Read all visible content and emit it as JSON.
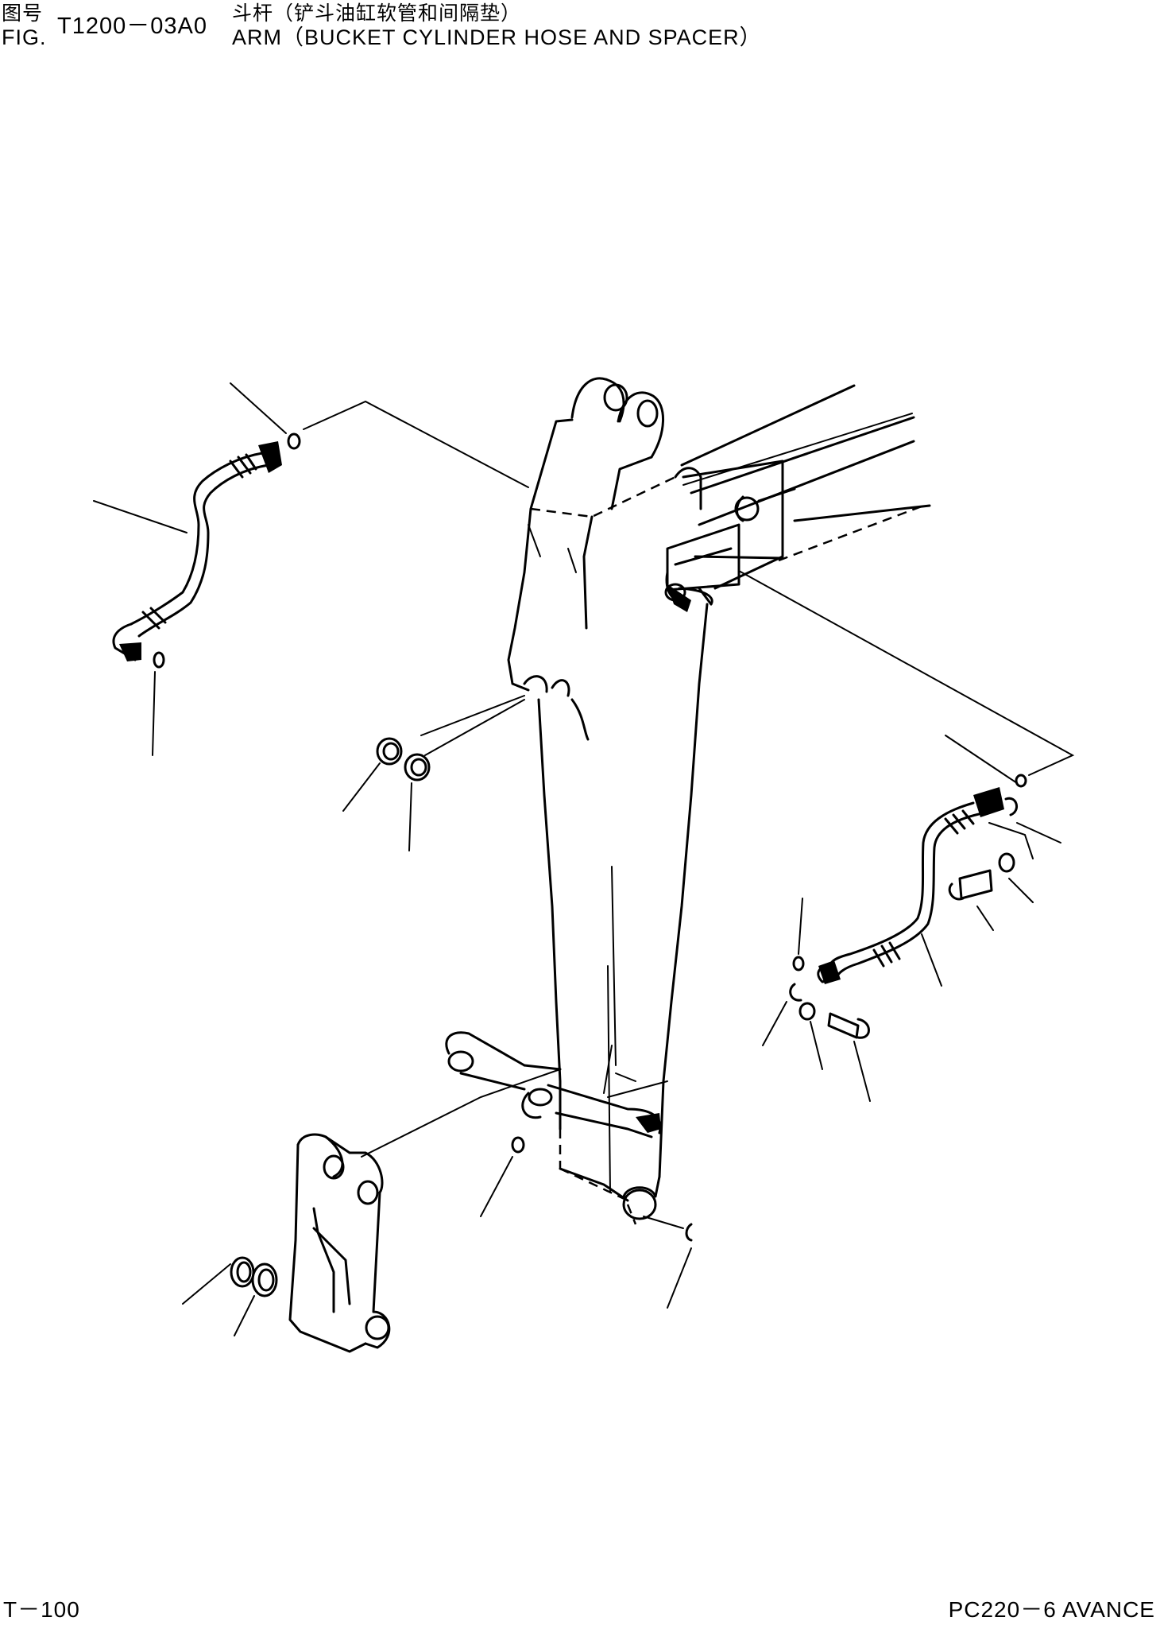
{
  "header": {
    "tucao_label": "图号",
    "fig_label": "FIG.",
    "figure_number": "T1200－03A0",
    "title_cn": "斗杆（铲斗油缸软管和间隔垫）",
    "title_en": "ARM（BUCKET CYLINDER HOSE AND SPACER）"
  },
  "footer": {
    "page_code": "T－100",
    "model": "PC220－6 AVANCE"
  },
  "parts": [
    {
      "name": "arm"
    },
    {
      "name": "hose-left"
    },
    {
      "name": "hose-right"
    },
    {
      "name": "o-ring"
    },
    {
      "name": "shim-ring"
    },
    {
      "name": "link"
    },
    {
      "name": "bolt"
    },
    {
      "name": "washer"
    },
    {
      "name": "clamp"
    },
    {
      "name": "spacer"
    }
  ]
}
